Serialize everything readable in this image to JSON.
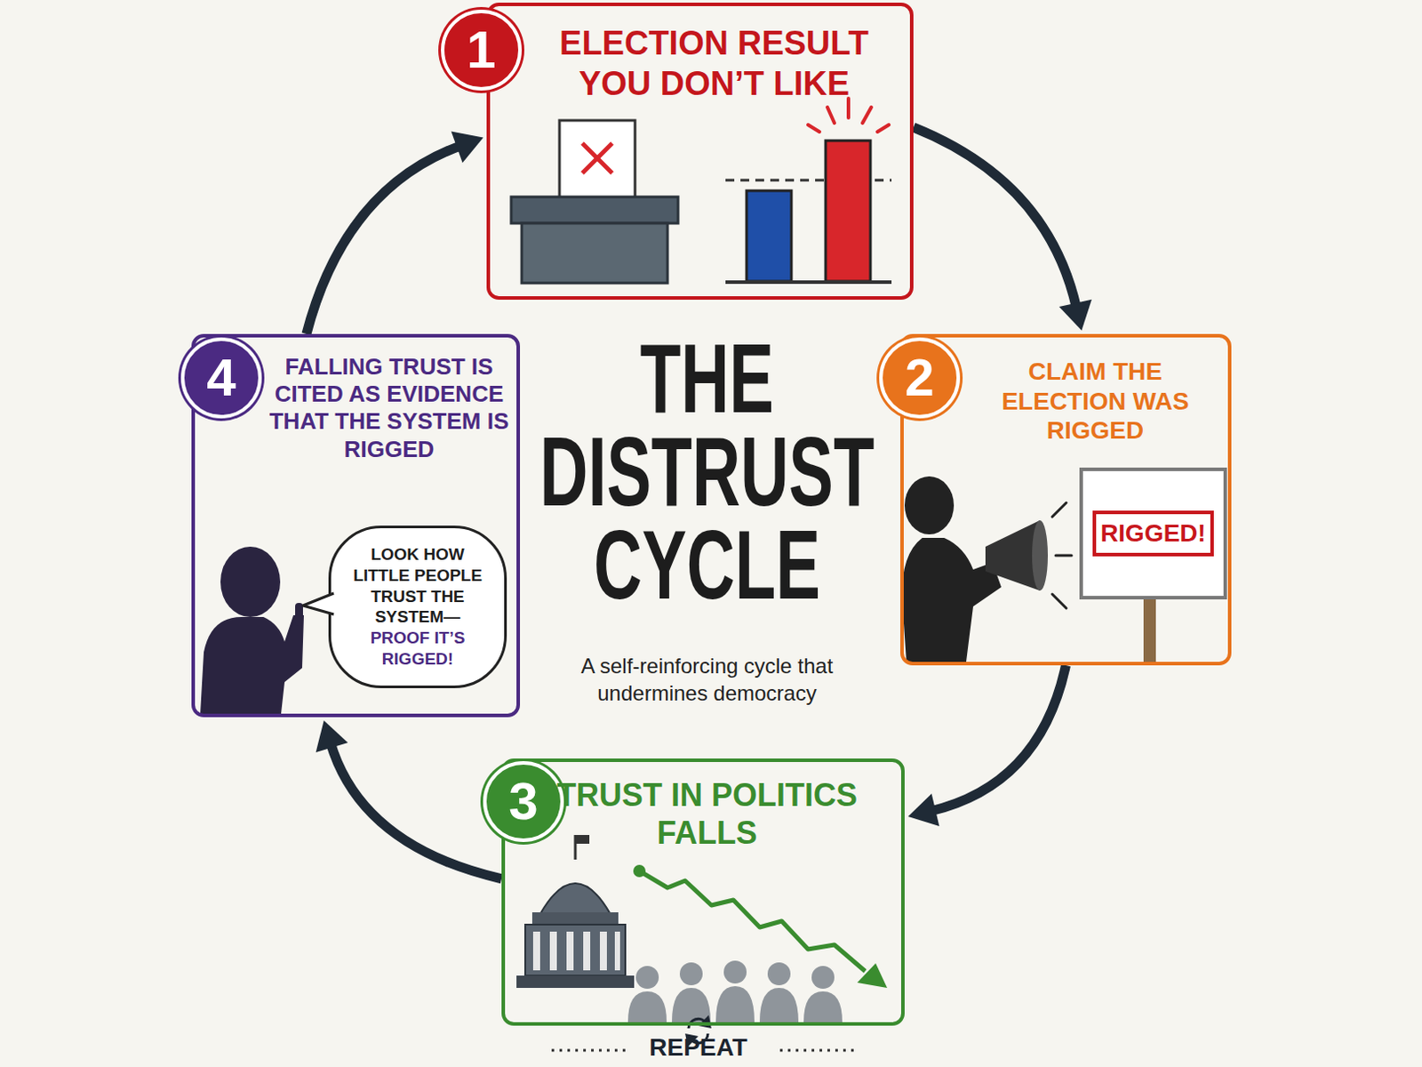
{
  "diagram": {
    "title": "THE DISTRUST CYCLE",
    "caption": "A self-reinforcing cycle that undermines democracy",
    "nodes": [
      {
        "text": [
          "1",
          "ELECTION RESULT YOU DON’T LIKE"
        ]
      },
      {
        "text": [
          "2",
          "CLAIM THE ELECTION WAS RIGGED"
        ]
      },
      {
        "text": [
          "RIGGED!"
        ],
        "in": 1
      },
      {
        "text": [
          "3",
          "TRUST IN POLITICS FALLS"
        ]
      },
      {
        "text": [
          "4",
          "FALLING TRUST IS CITED AS EVIDENCE THAT THE SYSTEM IS RIGGED"
        ]
      },
      {
        "text": [
          "LOOK HOW LITTLE PEOPLE TRUST THE SYSTEM—",
          "PROOF IT’S RIGGED!"
        ],
        "in": 4
      }
    ],
    "edges": [
      {
        "from": 0,
        "to": 1,
        "arrow": "to"
      },
      {
        "from": 1,
        "to": 3,
        "arrow": "to"
      },
      {
        "from": 3,
        "to": 4,
        "arrow": "to"
      },
      {
        "from": 4,
        "to": 0,
        "arrow": "to"
      }
    ],
    "labels": [
      "REPEAT"
    ]
  }
}
